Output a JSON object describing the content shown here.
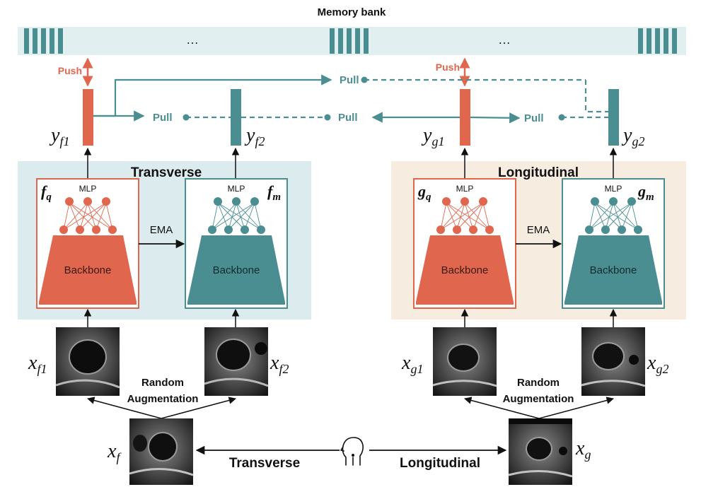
{
  "colors": {
    "orange": "#e0664e",
    "teal": "#4b8e92",
    "memory_bg": "#e1eff0",
    "transverse_bg": "#dcebed",
    "longitudinal_bg": "#f7ece0",
    "ultrasound_dark": "#1a1a1a"
  },
  "memory_bank": {
    "title": "Memory bank",
    "ellipsis_left": "…",
    "ellipsis_right": "…"
  },
  "push": {
    "left": "Push",
    "right": "Push"
  },
  "pull": {
    "top_right": "Pull",
    "mid_left": "Pull",
    "mid_center": "Pull",
    "mid_right": "Pull"
  },
  "outputs": {
    "yf1": {
      "base": "y",
      "sub": "f1"
    },
    "yf2": {
      "base": "y",
      "sub": "f2"
    },
    "yg1": {
      "base": "y",
      "sub": "g1"
    },
    "yg2": {
      "base": "y",
      "sub": "g2"
    }
  },
  "panels": {
    "transverse_title": "Transverse",
    "longitudinal_title": "Longitudinal"
  },
  "encoders": {
    "fq": {
      "base": "f",
      "sub": "q",
      "mlp": "MLP",
      "backbone": "Backbone"
    },
    "fm": {
      "base": "f",
      "sub": "m",
      "mlp": "MLP",
      "backbone": "Backbone"
    },
    "gq": {
      "base": "g",
      "sub": "q",
      "mlp": "MLP",
      "backbone": "Backbone"
    },
    "gm": {
      "base": "g",
      "sub": "m",
      "mlp": "MLP",
      "backbone": "Backbone"
    }
  },
  "ema": {
    "left": "EMA",
    "right": "EMA"
  },
  "inputs": {
    "xf1": {
      "base": "x",
      "sub": "f1"
    },
    "xf2": {
      "base": "x",
      "sub": "f2"
    },
    "xg1": {
      "base": "x",
      "sub": "g1"
    },
    "xg2": {
      "base": "x",
      "sub": "g2"
    },
    "xf": {
      "base": "x",
      "sub": "f"
    },
    "xg": {
      "base": "x",
      "sub": "g"
    }
  },
  "augmentation": {
    "left_line1": "Random",
    "left_line2": "Augmentation",
    "right_line1": "Random",
    "right_line2": "Augmentation"
  },
  "bottom": {
    "transverse_label": "Transverse",
    "longitudinal_label": "Longitudinal",
    "patient_icon": "person-head-icon"
  }
}
